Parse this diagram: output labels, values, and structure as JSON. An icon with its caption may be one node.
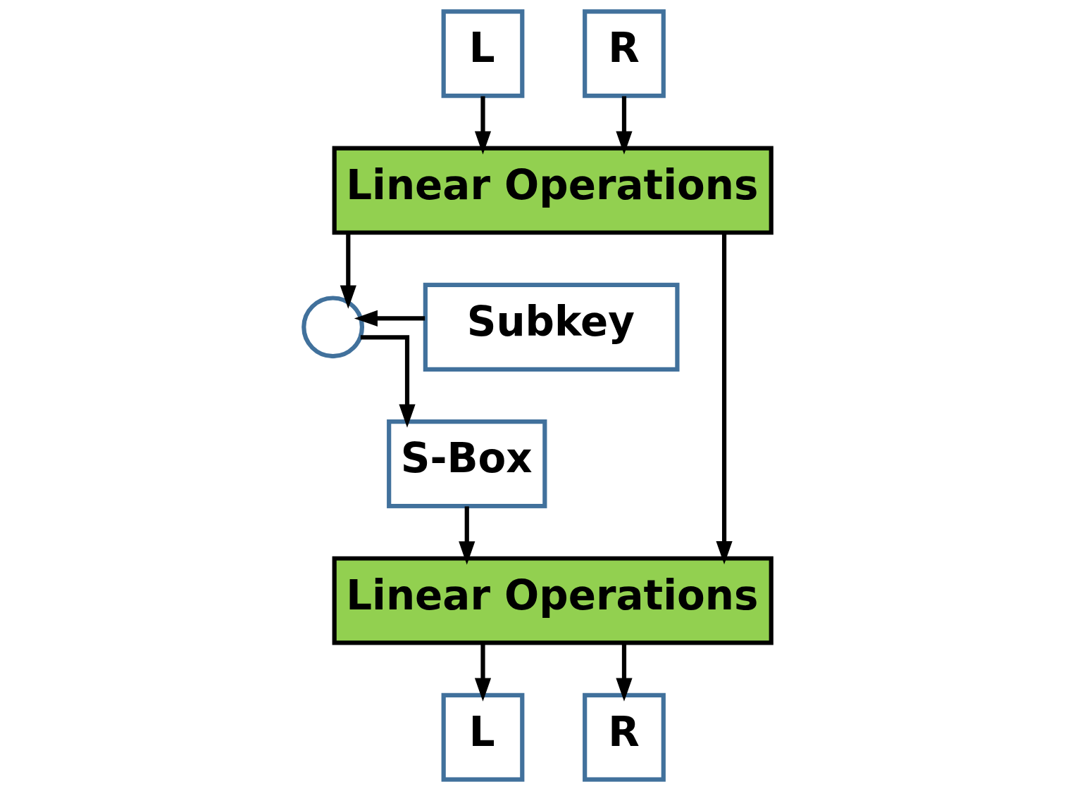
{
  "diagram": {
    "nodes": [
      {
        "text": [
          "L"
        ]
      },
      {
        "text": [
          "R"
        ]
      },
      {
        "text": [
          "Linear Operations"
        ]
      },
      {
        "text": [],
        "shape": "circle"
      },
      {
        "text": [
          "Subkey"
        ]
      },
      {
        "text": [
          "S-Box"
        ]
      },
      {
        "text": [
          "Linear Operations"
        ]
      },
      {
        "text": [
          "L"
        ]
      },
      {
        "text": [
          "R"
        ]
      }
    ],
    "edges": [
      {
        "from": 0,
        "to": 2,
        "arrow": "to"
      },
      {
        "from": 1,
        "to": 2,
        "arrow": "to"
      },
      {
        "from": 2,
        "to": 3,
        "arrow": "to"
      },
      {
        "from": 4,
        "to": 3,
        "arrow": "to"
      },
      {
        "from": 3,
        "to": 5,
        "arrow": "to"
      },
      {
        "from": 2,
        "to": 6,
        "arrow": "to"
      },
      {
        "from": 5,
        "to": 6,
        "arrow": "to"
      },
      {
        "from": 6,
        "to": 7,
        "arrow": "to"
      },
      {
        "from": 6,
        "to": 8,
        "arrow": "to"
      }
    ]
  }
}
